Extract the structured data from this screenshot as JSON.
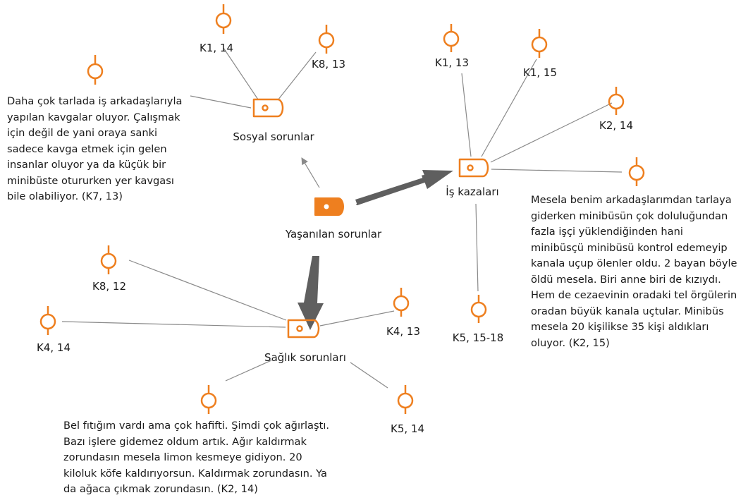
{
  "diagram": {
    "root": {
      "label": "Yaşanılan sorunlar"
    },
    "categories": {
      "sosyal": "Sosyal sorunlar",
      "is": "İş kazaları",
      "saglik": "Sağlık sorunları"
    },
    "codes": {
      "sosyal_1": "K1, 14",
      "sosyal_2": "K8, 13",
      "is_1": "K1, 13",
      "is_2": "K1, 15",
      "is_3": "K2, 14",
      "is_4": "K5, 15-18",
      "saglik_1": "K8, 12",
      "saglik_2": "K4, 14",
      "saglik_3": "K4, 13",
      "saglik_4": "K5, 14"
    },
    "quotes": {
      "sosyal": [
        "Daha çok tarlada iş arkadaşlarıyla",
        "yapılan kavgalar oluyor. Çalışmak",
        "için değil de yani oraya sanki",
        "sadece kavga etmek için gelen",
        "insanlar oluyor ya da küçük bir",
        "minibüste otururken yer kavgası",
        "bile olabiliyor. (K7, 13)"
      ],
      "is": [
        "Mesela benim arkadaşlarımdan tarlaya",
        "giderken minibüsün çok doluluğundan",
        "fazla işçi yüklendiğinden hani",
        "minibüsçü minibüsü kontrol edemeyip",
        "kanala uçup ölenler oldu. 2 bayan böyle",
        "öldü mesela. Biri anne biri de kızıydı.",
        "Hem de cezaevinin oradaki tel örgülerin",
        "oradan büyük kanala uçtular. Minibüs",
        "mesela 20 kişilikse 35 kişi aldıkları",
        "oluyor. (K2, 15)"
      ],
      "saglik": [
        "Bel fıtığım vardı ama çok hafifti. Şimdi çok ağırlaştı.",
        "Bazı işlere gidemez oldum artık. Ağır kaldırmak",
        "zorundasın mesela limon kesmeye gidiyon. 20",
        "kiloluk köfe kaldırıyorsun. Kaldırmak zorundasın. Ya",
        "da ağaca çıkmak zorundasın. (K2, 14)"
      ]
    },
    "colors": {
      "accent": "#ee7f1f",
      "edge": "#8a8a8a",
      "arrow": "#5f5f5f"
    }
  }
}
